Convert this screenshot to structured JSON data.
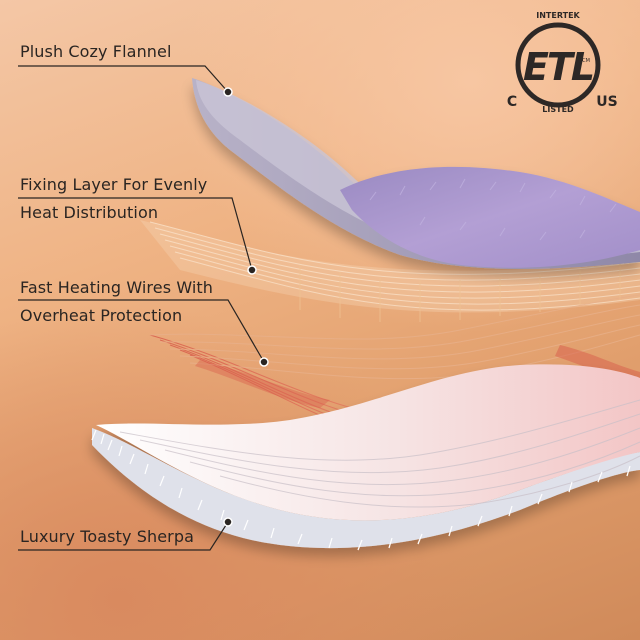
{
  "labels": {
    "flannel": "Plush Cozy Flannel",
    "fixing_line1": "Fixing Layer For Evenly",
    "fixing_line2": "Heat Distribution",
    "wires_line1": "Fast Heating Wires With",
    "wires_line2": "Overheat Protection",
    "sherpa": "Luxury Toasty Sherpa"
  },
  "certification": {
    "top_text": "INTERTEK",
    "mark": "ETL",
    "bottom_text": "LISTED",
    "left_text": "C",
    "right_text": "US",
    "small_text": "CM"
  },
  "colors": {
    "flannel": "#a995c9",
    "sherpa": "#f4e9ec",
    "wires": "#d9624e",
    "text": "#2a2522"
  }
}
